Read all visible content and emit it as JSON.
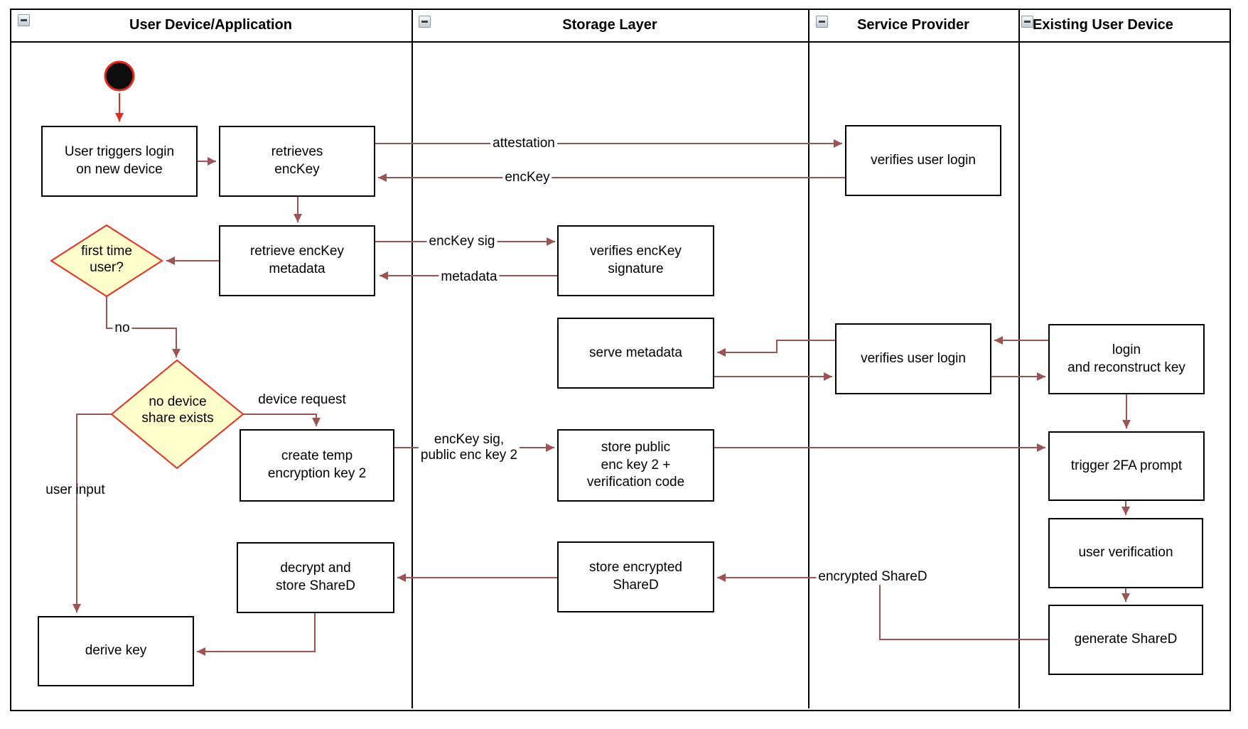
{
  "lanes": [
    {
      "title": "User Device/Application"
    },
    {
      "title": "Storage Layer"
    },
    {
      "title": "Service Provider"
    },
    {
      "title": "Existing User Device"
    }
  ],
  "nodes": {
    "user_triggers_login": "User triggers login\non new device",
    "retrieves_enckey": "retrieves\nencKey",
    "retrieve_enckey_metadata": "retrieve encKey\nmetadata",
    "create_temp_key": "create temp\nencryption key 2",
    "decrypt_store_shared": "decrypt and\nstore ShareD",
    "derive_key": "derive key",
    "verifies_enckey_signature": "verifies encKey\nsignature",
    "serve_metadata": "serve metadata",
    "store_public_key": "store public\nenc key 2 +\nverification code",
    "store_encrypted_shared": "store encrypted\nShareD",
    "verifies_user_login_1": "verifies user login",
    "verifies_user_login_2": "verifies user login",
    "login_reconstruct_key": "login\nand reconstruct key",
    "trigger_2fa": "trigger 2FA prompt",
    "user_verification": "user verification",
    "generate_shared": "generate ShareD"
  },
  "decisions": {
    "first_time_user": "first time\nuser?",
    "no_device_share": "no device\nshare exists"
  },
  "edge_labels": {
    "attestation": "attestation",
    "enckey": "encKey",
    "enckey_sig": "encKey sig",
    "metadata": "metadata",
    "no": "no",
    "device_request": "device request",
    "enckey_sig_public": "encKey sig,\npublic enc key 2",
    "user_input": "user input",
    "encrypted_shared": "encrypted ShareD"
  },
  "colors": {
    "flow_arrow": "#9e5353",
    "start_red": "#e8291f",
    "decision_border": "#eb2d23",
    "decision_fill": "#ffffcc",
    "node_border": "#000000",
    "node_fill": "#ffffff",
    "lane_border": "#000000"
  }
}
